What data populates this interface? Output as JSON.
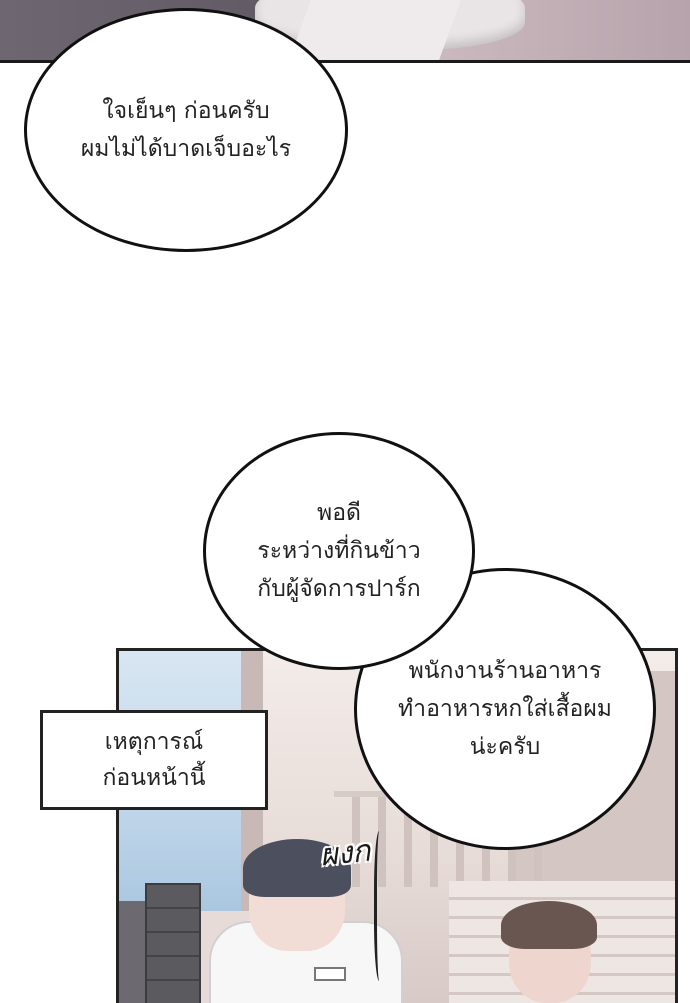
{
  "bubbles": [
    {
      "lines": [
        "ใจเย็นๆ ก่อนครับ",
        "ผมไม่ได้บาดเจ็บอะไร"
      ]
    },
    {
      "lines": [
        "พอดี",
        "ระหว่างที่กินข้าว",
        "กับผู้จัดการปาร์ก"
      ]
    },
    {
      "lines": [
        "พนักงานร้านอาหาร",
        "ทำอาหารหกใส่เสื้อผม",
        "น่ะครับ"
      ]
    }
  ],
  "caption": {
    "lines": [
      "เหตุการณ์",
      "ก่อนหน้านี้"
    ]
  },
  "sfx": "ผงก"
}
